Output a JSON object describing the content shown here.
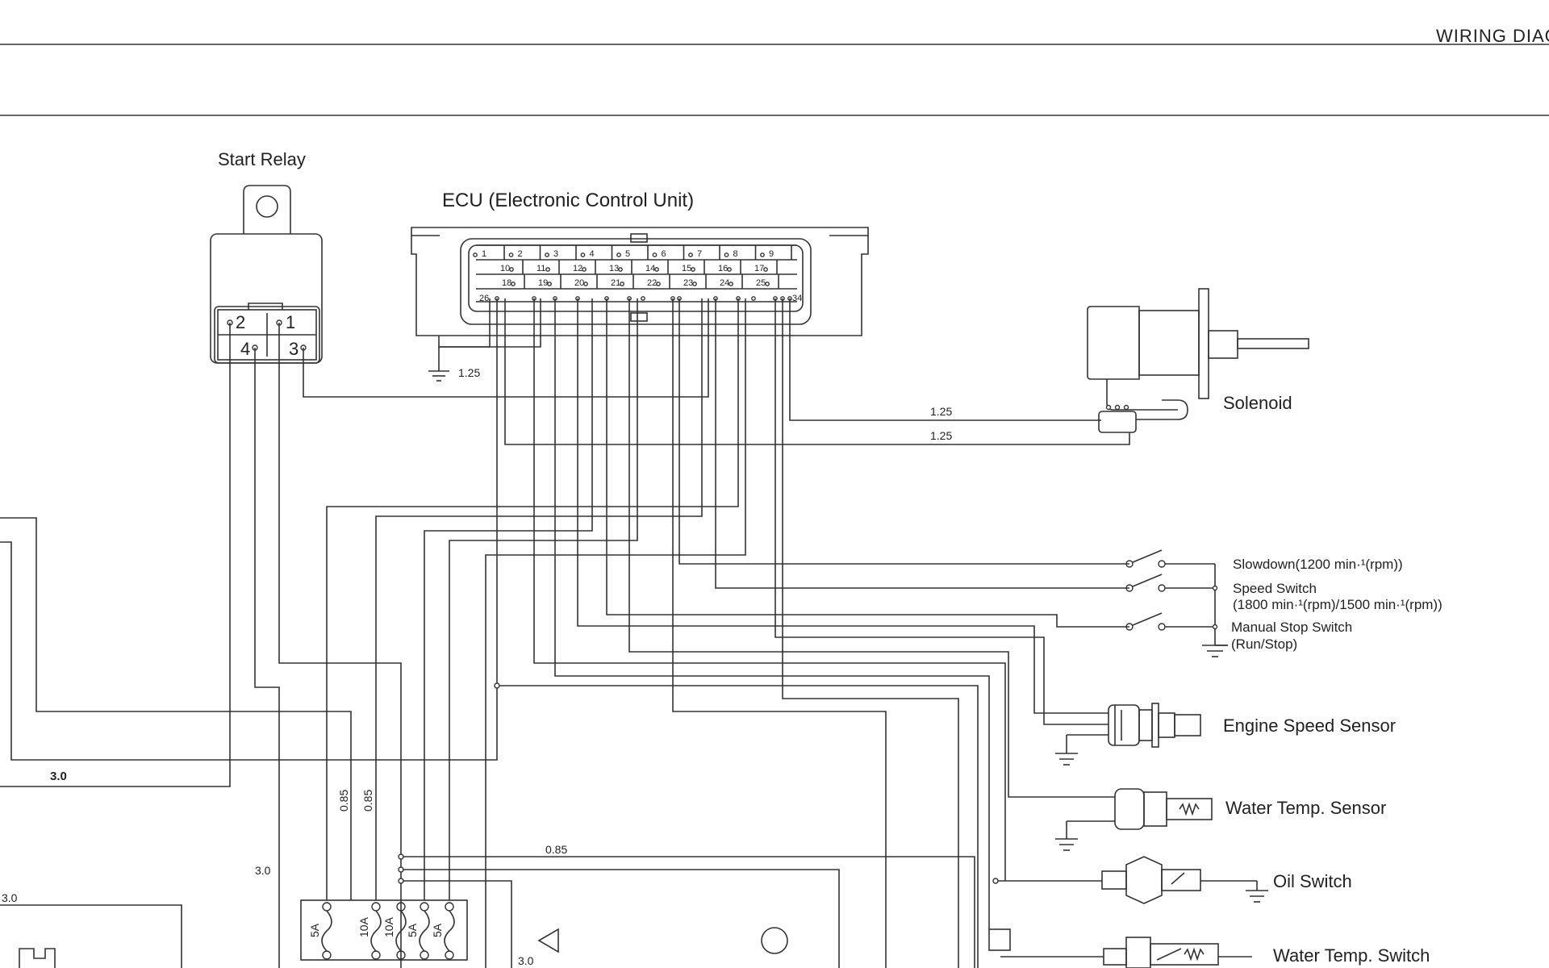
{
  "header": {
    "title": "WIRING DIAG"
  },
  "components": {
    "start_relay": {
      "label": "Start Relay",
      "terminals": [
        "2",
        "1",
        "4",
        "3"
      ]
    },
    "ecu": {
      "label": "ECU (Electronic Control Unit)",
      "pins_row1": [
        "1",
        "2",
        "3",
        "4",
        "5",
        "6",
        "7",
        "8",
        "9"
      ],
      "pins_row2": [
        "10",
        "11",
        "12",
        "13",
        "14",
        "15",
        "16",
        "17"
      ],
      "pins_row3": [
        "18",
        "19",
        "20",
        "21",
        "22",
        "23",
        "24",
        "25"
      ],
      "pins_row4": [
        "26",
        "34"
      ]
    },
    "solenoid": {
      "label": "Solenoid"
    },
    "slowdown_switch": {
      "label": "Slowdown(1200 min·¹(rpm))"
    },
    "speed_switch": {
      "label": "Speed Switch",
      "sub": "(1800 min·¹(rpm)/1500 min·¹(rpm))"
    },
    "manual_stop_switch": {
      "label": "Manual Stop Switch",
      "sub": "(Run/Stop)"
    },
    "engine_speed_sensor": {
      "label": "Engine Speed Sensor"
    },
    "water_temp_sensor": {
      "label": "Water Temp. Sensor"
    },
    "oil_switch": {
      "label": "Oil Switch"
    },
    "water_temp_switch": {
      "label": "Water Temp. Switch"
    },
    "fuse_block": {
      "fuses": [
        "5A",
        "10A",
        "10A",
        "5A",
        "5A"
      ]
    }
  },
  "wire_gauges": {
    "ecu_ground": "1.25",
    "solenoid_a": "1.25",
    "solenoid_b": "1.25",
    "main_feed": "3.0",
    "fuse_feed_a": "0.85",
    "fuse_feed_b": "0.85",
    "fuse_out": "0.85",
    "left_feed": "3.0",
    "left_lower": "3.0",
    "bottom": "3.0"
  }
}
